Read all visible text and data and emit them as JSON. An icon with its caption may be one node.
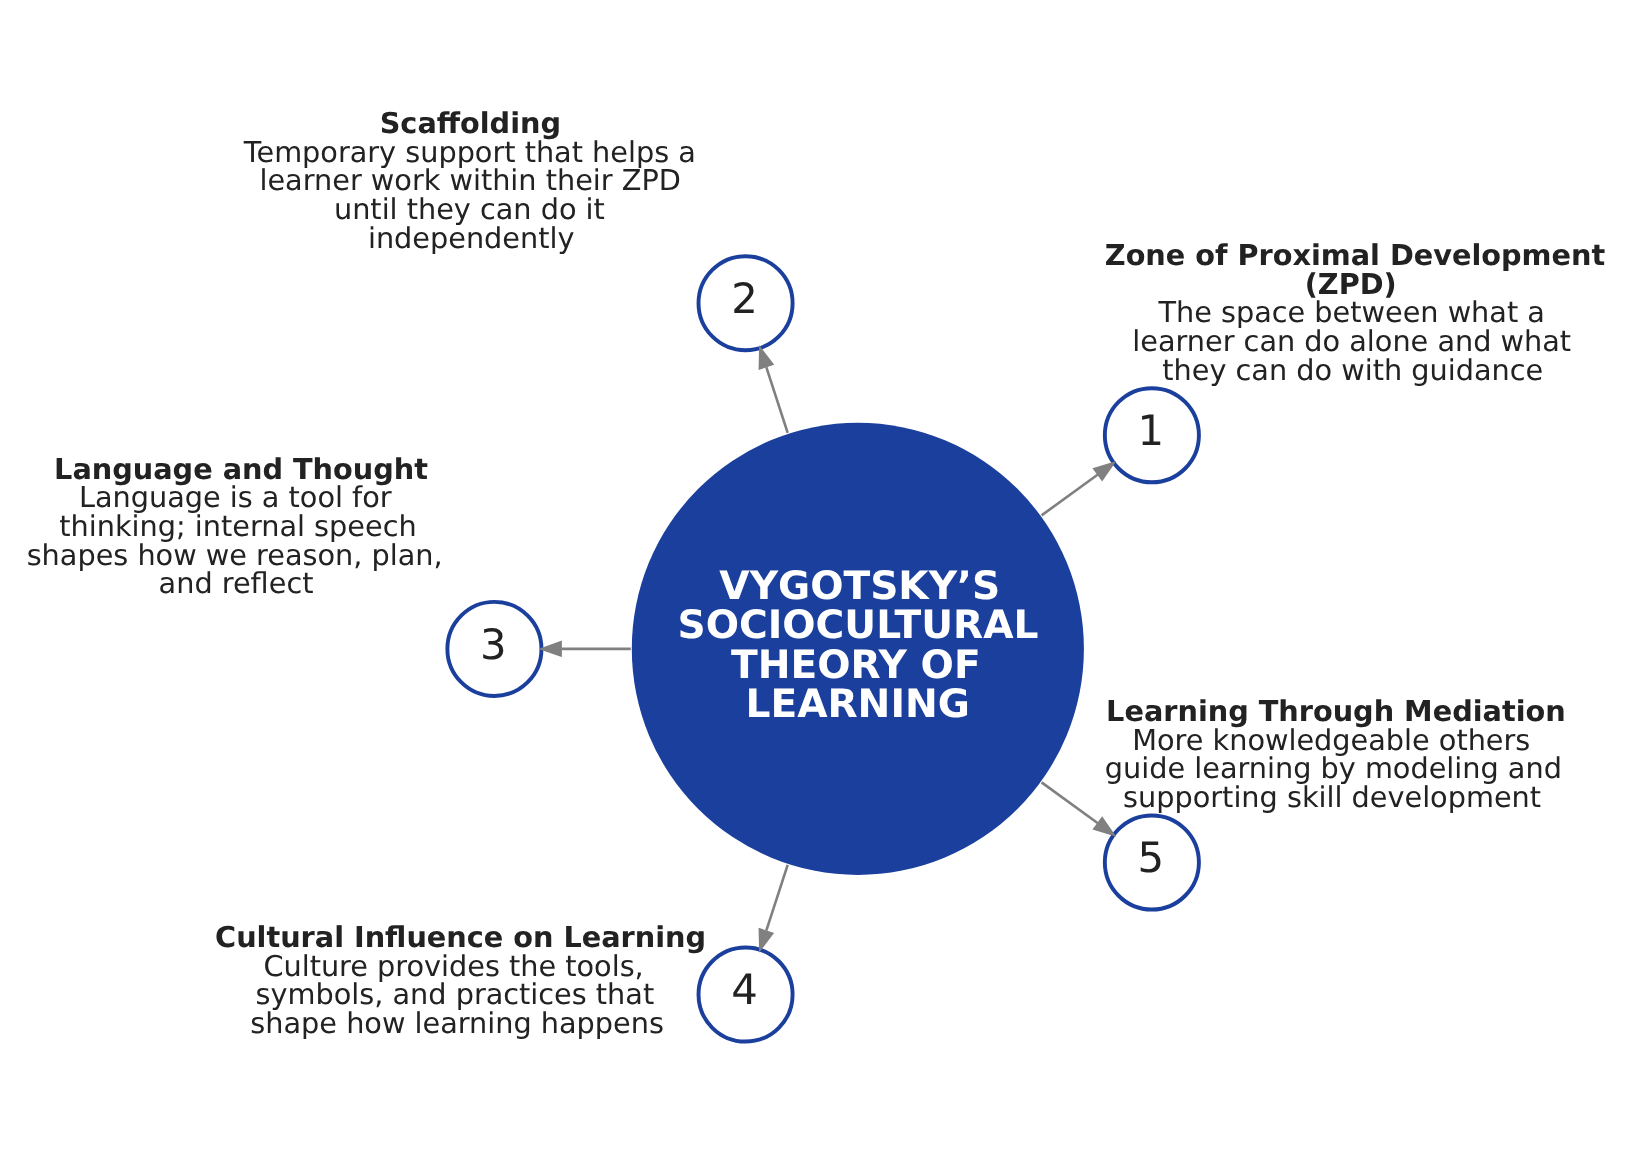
{
  "diagram": {
    "nodes": [
      {
        "text": [
          "VYGOTSKY’S SOCIOCULTURAL THEORY OF LEARNING"
        ]
      },
      {
        "text": [
          "1"
        ],
        "beside": [
          "Zone of Proximal Development (ZPD)",
          "The space between what a learner can do alone and what they can do with guidance"
        ]
      },
      {
        "text": [
          "2"
        ],
        "beside": [
          "Scaffolding",
          "Temporary support that helps a learner work within their ZPD until they can do it independently"
        ]
      },
      {
        "text": [
          "3"
        ],
        "beside": [
          "Language and Thought",
          "Language is a tool for thinking; internal speech shapes how we reason, plan, and reflect"
        ]
      },
      {
        "text": [
          "4"
        ],
        "beside": [
          "Cultural Influence on Learning",
          "Culture provides the tools, symbols, and practices that shape how learning happens"
        ]
      },
      {
        "text": [
          "5"
        ],
        "beside": [
          "Learning Through Mediation",
          "More knowledgeable others guide learning by modeling and supporting skill development"
        ]
      }
    ],
    "edges": [
      {
        "from": 0,
        "to": 1,
        "arrow": "to"
      },
      {
        "from": 0,
        "to": 2,
        "arrow": "to"
      },
      {
        "from": 0,
        "to": 3,
        "arrow": "to"
      },
      {
        "from": 0,
        "to": 4,
        "arrow": "to"
      },
      {
        "from": 0,
        "to": 5,
        "arrow": "to"
      }
    ]
  }
}
